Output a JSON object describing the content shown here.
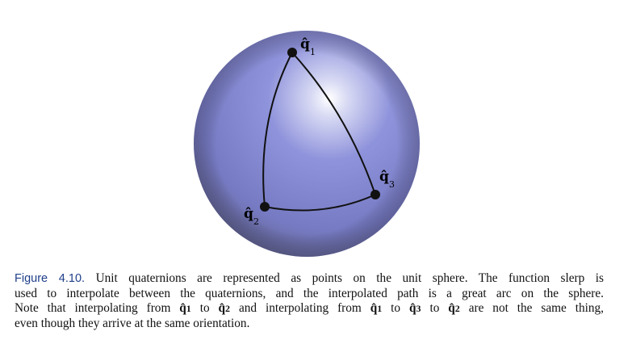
{
  "figure": {
    "sphere_color": "#7f84cc",
    "points": [
      {
        "symbol": "q̂",
        "subscript": "1"
      },
      {
        "symbol": "q̂",
        "subscript": "2"
      },
      {
        "symbol": "q̂",
        "subscript": "3"
      }
    ]
  },
  "caption": {
    "label": "Figure 4.10.",
    "line1": " Unit quaternions are represented as points on the unit sphere.  The function slerp is",
    "line2": "used to interpolate between the quaternions, and the interpolated path is a great arc on the sphere.",
    "line3_a": "Note that interpolating from ",
    "line3_b": " to ",
    "line3_c": " and interpolating from ",
    "line3_d": " to ",
    "line3_e": " to ",
    "line3_f": " are not the same thing,",
    "line4": "even though they arrive at the same orientation.",
    "q_symbol": "q̂",
    "sub1": "1",
    "sub2": "2",
    "sub3": "3"
  }
}
